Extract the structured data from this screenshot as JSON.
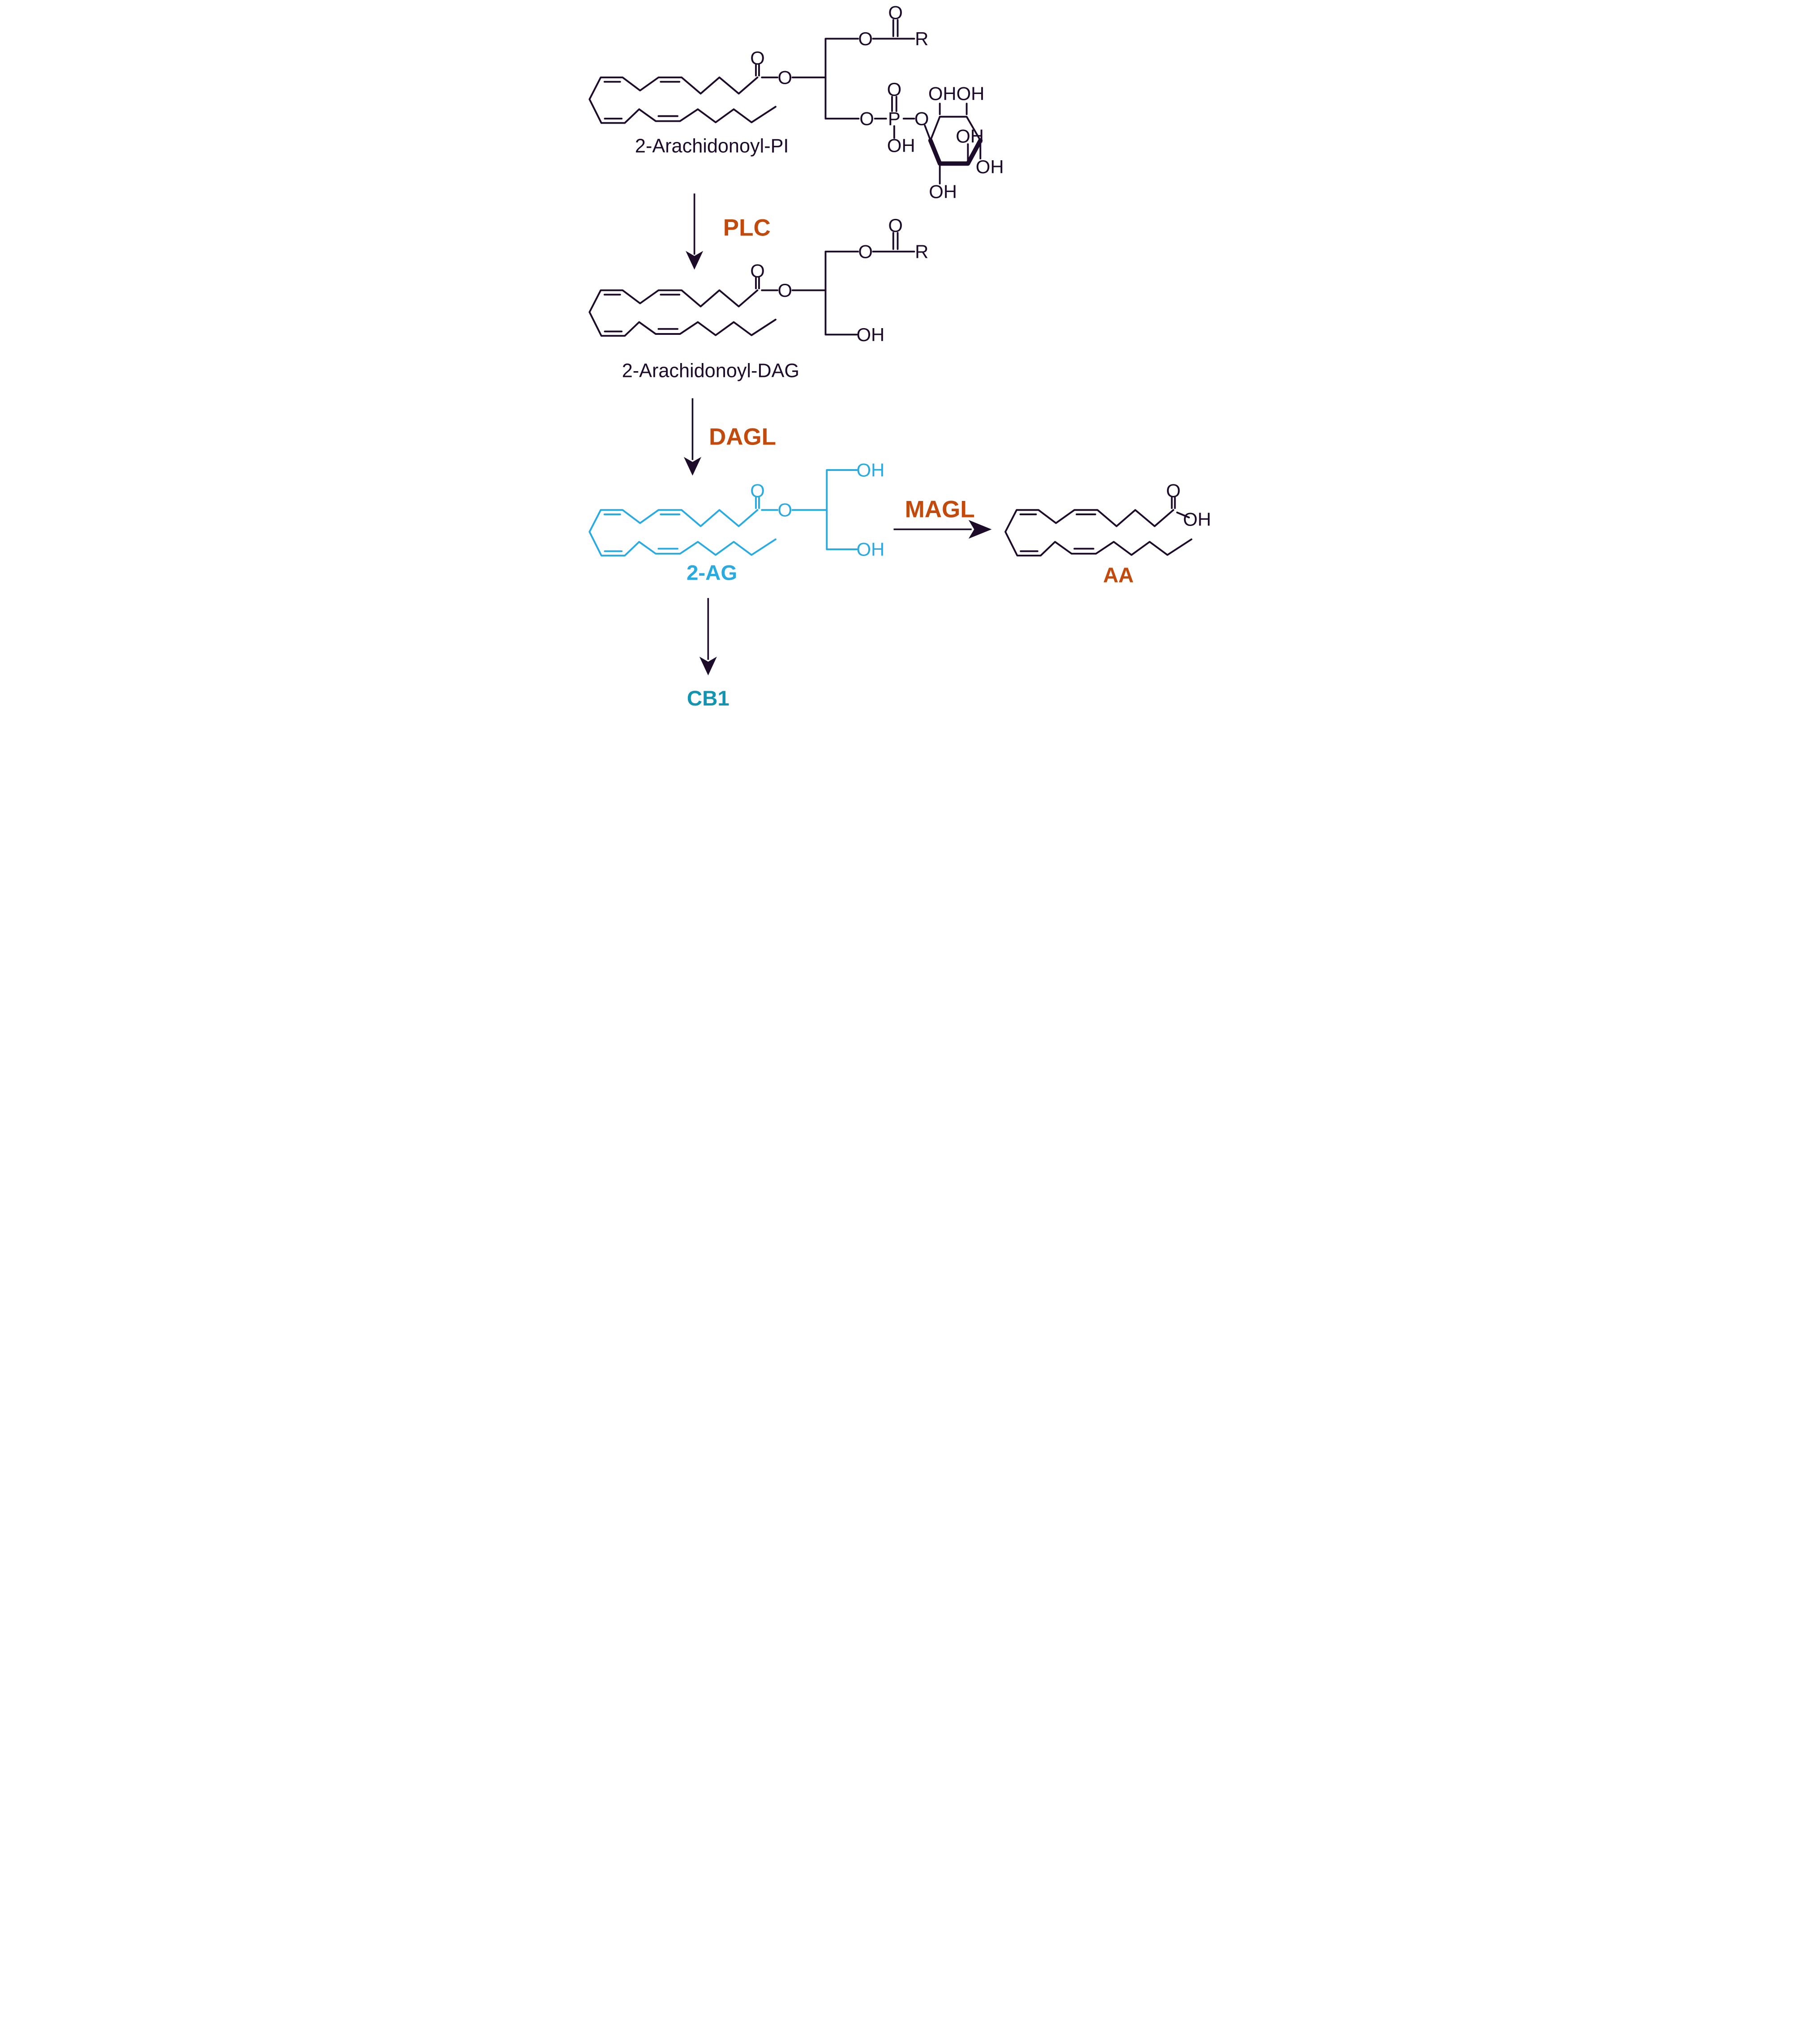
{
  "colors": {
    "background": "#ffffff",
    "structure": "#1d0b2a",
    "enzyme": "#c14a0c",
    "ag2": "#29abe2",
    "cb1": "#1295b2"
  },
  "atoms": {
    "oxygen": "O",
    "hydroxyl": "OH",
    "phosphorus": "P",
    "r_group": "R"
  },
  "molecules": {
    "pi": {
      "label": "2-Arachidonoyl-PI"
    },
    "dag": {
      "label": "2-Arachidonoyl-DAG"
    },
    "ag2": {
      "label": "2-AG"
    },
    "aa": {
      "label": "AA"
    }
  },
  "enzymes": {
    "plc": "PLC",
    "dagl": "DAGL",
    "magl": "MAGL"
  },
  "receptor": {
    "cb1": "CB1"
  }
}
